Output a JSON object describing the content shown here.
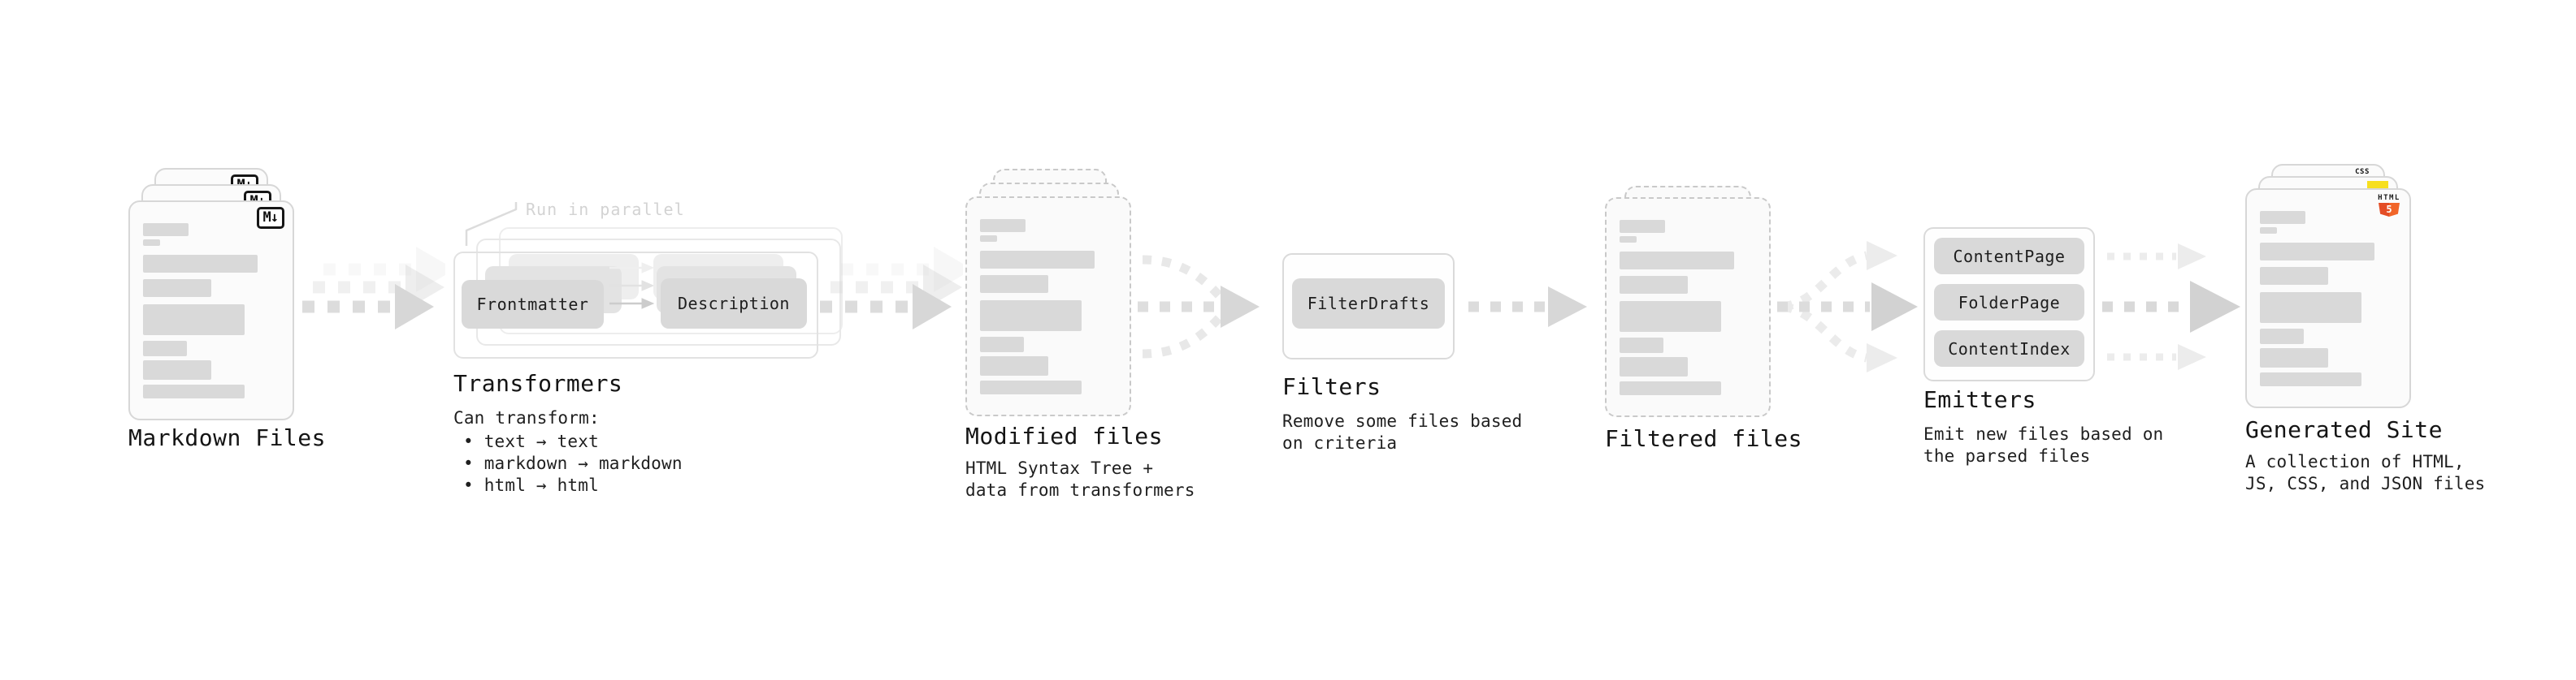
{
  "diagram": {
    "markdown_files": {
      "label": "Markdown Files",
      "badge": "M↓"
    },
    "transformers": {
      "label": "Transformers",
      "callout": "Run in parallel",
      "nodes": [
        "Frontmatter",
        "Description"
      ],
      "desc_title": "Can transform:",
      "bullets": [
        "text → text",
        "markdown → markdown",
        "html → html"
      ]
    },
    "modified_files": {
      "label": "Modified files",
      "desc": "HTML Syntax Tree +\ndata from transformers"
    },
    "filters": {
      "label": "Filters",
      "nodes": [
        "FilterDrafts"
      ],
      "desc": "Remove some files based\non criteria"
    },
    "filtered_files": {
      "label": "Filtered files"
    },
    "emitters": {
      "label": "Emitters",
      "nodes": [
        "ContentPage",
        "FolderPage",
        "ContentIndex"
      ],
      "desc": "Emit new files based on\nthe parsed files"
    },
    "generated_site": {
      "label": "Generated Site",
      "desc": "A collection of HTML,\nJS, CSS, and JSON files",
      "badges": {
        "html_word": "HTML",
        "html_five": "5",
        "css": "CSS"
      }
    }
  },
  "colors": {
    "html_orange": "#e44d26",
    "html_orange_light": "#f16529",
    "js_yellow": "#f7df1e",
    "css_blue": "#2765f0",
    "bar_gray": "#d9d9d9",
    "arrow_gray": "#d7d7d7"
  }
}
